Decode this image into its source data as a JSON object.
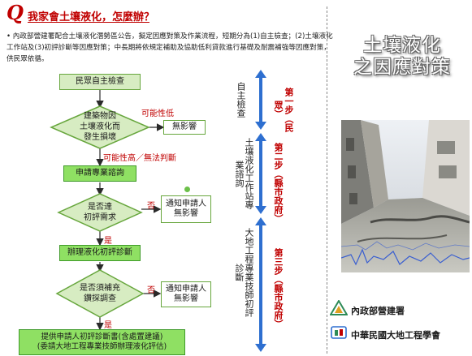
{
  "header": {
    "q_mark": "Q",
    "title": "我家會土壤液化，怎麼辦？"
  },
  "intro": {
    "text": "• 內政部營建署配合土壤液化潛勢區公告，擬定因應對策及作業流程，短期分為(1)自主檢查；(2)土壤液化工作站及(3)初評診斷等因應對策；中長期將依規定補助及協助低利貸款進行基礎及耐震補強等因應對策，供民眾依循。"
  },
  "flow": {
    "start": "民眾自主檢查",
    "d1_lines": [
      "建築物因",
      "土壤液化而",
      "發生損壞"
    ],
    "d1_no": "可能性低",
    "out1": "無影響",
    "d1_yes": "可能性高／無法判斷",
    "consult": "申請專業諮詢",
    "d2_lines": [
      "是否達",
      "初評需求"
    ],
    "d2_no": "否",
    "out2_lines": [
      "通知申請人",
      "無影響"
    ],
    "d2_yes": "是",
    "diagnose": "辦理液化初評診斷",
    "d3_lines": [
      "是否須補充",
      "鑽探調查"
    ],
    "d3_no": "否",
    "out3_lines": [
      "通知申請人",
      "無影響"
    ],
    "d3_yes": "是",
    "final_lines": [
      "提供申請人初評診斷書(含處置建議)",
      "(委請大地工程專業技師辦理液化評估)"
    ]
  },
  "stages": [
    {
      "actor": "自主檢查",
      "step": "第一步",
      "party": "（民眾）"
    },
    {
      "actor": "土壤液化工作站專業諮詢",
      "step": "第二步",
      "party": "（縣市政府）"
    },
    {
      "actor": "大地工程專業技師初評診斷",
      "step": "第三步",
      "party": "（縣市政府）"
    }
  ],
  "side": {
    "title_lines": [
      "土壤液化",
      "之因應對策"
    ],
    "orgs": [
      "內政部營建署",
      "中華民國大地工程學會"
    ]
  },
  "colors": {
    "title_red": "#c00000",
    "box_fill": "#d7ecc2",
    "box_border": "#67a63d",
    "arrow_blue": "#2e6fd0",
    "step_red": "#c00000"
  }
}
